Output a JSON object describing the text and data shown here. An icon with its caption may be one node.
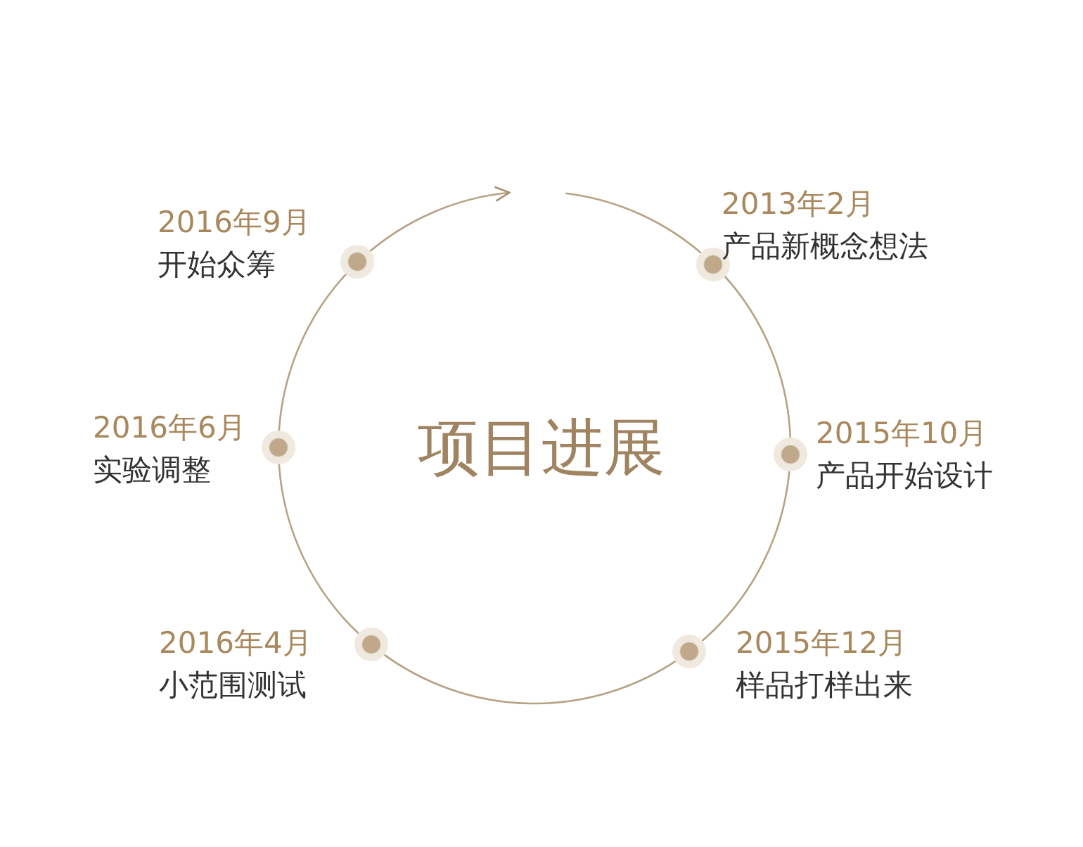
{
  "diagram": {
    "title": "项目进展",
    "nodes": [
      {
        "text": [],
        "shape": "circle",
        "beside": [
          "2013年2月",
          "产品新概念想法"
        ]
      },
      {
        "text": [],
        "shape": "circle",
        "beside": [
          "2015年10月",
          "产品开始设计"
        ]
      },
      {
        "text": [],
        "shape": "circle",
        "beside": [
          "2015年12月",
          "样品打样出来"
        ]
      },
      {
        "text": [],
        "shape": "circle",
        "beside": [
          "2016年4月",
          "小范围测试"
        ]
      },
      {
        "text": [],
        "shape": "circle",
        "beside": [
          "2016年6月",
          "实验调整"
        ]
      },
      {
        "text": [],
        "shape": "circle",
        "beside": [
          "2016年9月",
          "开始众筹"
        ]
      }
    ],
    "edges": [
      {
        "from": 0,
        "to": 1,
        "arrow": "none"
      },
      {
        "from": 1,
        "to": 2,
        "arrow": "none"
      },
      {
        "from": 2,
        "to": 3,
        "arrow": "none"
      },
      {
        "from": 3,
        "to": 4,
        "arrow": "none"
      },
      {
        "from": 4,
        "to": 5,
        "arrow": "none"
      },
      {
        "from": 5,
        "to": null,
        "arrow": "to"
      },
      {
        "from": null,
        "to": 0,
        "arrow": "none"
      }
    ]
  }
}
